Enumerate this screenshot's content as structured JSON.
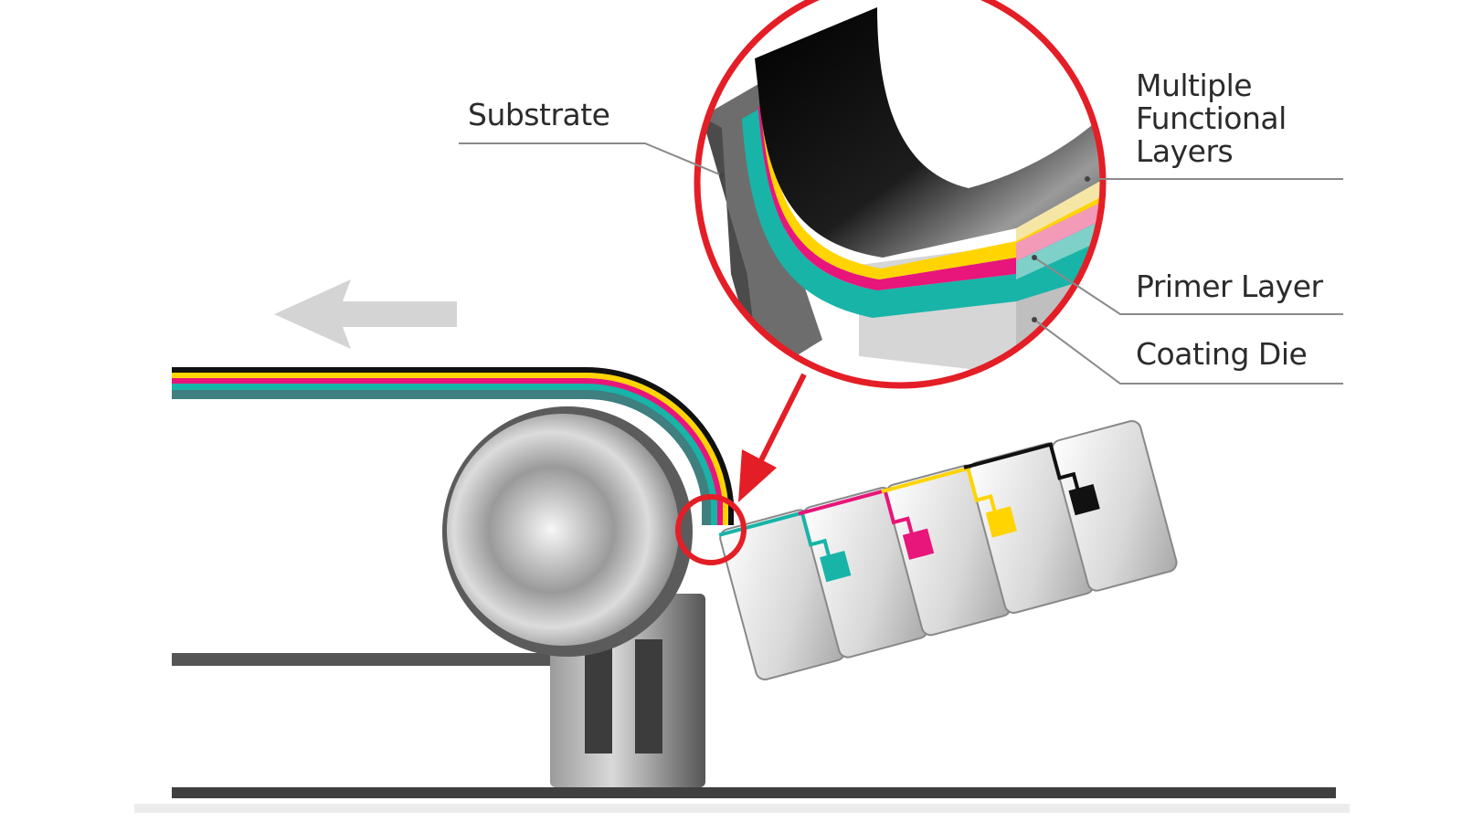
{
  "labels": {
    "substrate": "Substrate",
    "functional_layers": [
      "Multiple",
      "Functional",
      "Layers"
    ],
    "primer_layer": "Primer Layer",
    "coating_die": "Coating Die"
  },
  "layer_colors": {
    "substrate": "#111111",
    "yellow_layer": "#ffd400",
    "magenta_layer": "#e8157a",
    "cyan_layer": "#18b4a8",
    "functional_light_yellow": "#f6e6a6",
    "functional_pink": "#f39ab8",
    "primer_teal": "#7fd0c8",
    "callout_red": "#e41e26",
    "flow_arrow": "#d4d4d4"
  },
  "icons": [
    "flow-direction-arrow-icon",
    "backing-roller-icon",
    "magnifier-callout-icon"
  ]
}
